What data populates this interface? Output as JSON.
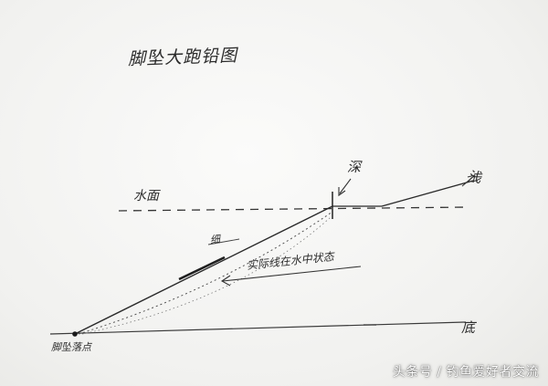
{
  "diagram": {
    "title": "脚坠大跑铅图",
    "labels": {
      "water_surface": "水面",
      "deep": "深",
      "shallow": "浅",
      "thin": "细",
      "annotation": "实际线在水中状态",
      "bottom": "底",
      "bait": "脚坠落点"
    }
  },
  "watermark": {
    "text": "头条号 / 钓鱼爱好者交流"
  },
  "colors": {
    "paper": "#f4f4f2",
    "ink": "#2b2b2b",
    "watermark": "#ffffff"
  }
}
